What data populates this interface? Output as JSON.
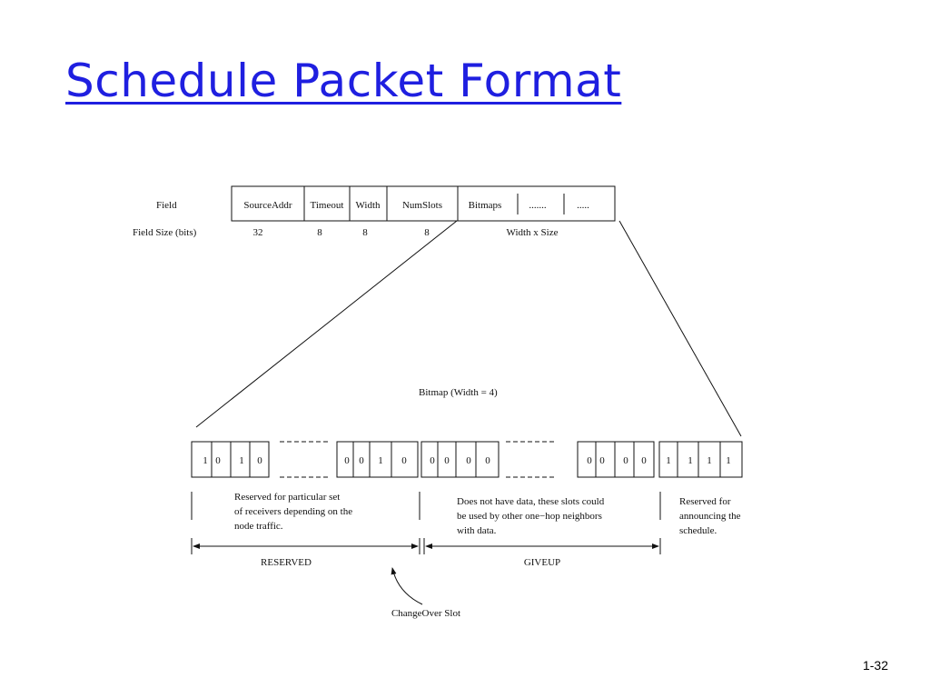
{
  "slide": {
    "title": "Schedule Packet Format",
    "number": "1-32"
  },
  "packet": {
    "row_labels": {
      "field": "Field",
      "size": "Field Size (bits)"
    },
    "fields": [
      {
        "name": "SourceAddr",
        "size": "32"
      },
      {
        "name": "Timeout",
        "size": "8"
      },
      {
        "name": "Width",
        "size": "8"
      },
      {
        "name": "NumSlots",
        "size": "8"
      },
      {
        "name": "Bitmaps",
        "size": "Width x Size"
      },
      {
        "name": ".......",
        "size": ""
      },
      {
        "name": ".....",
        "size": ""
      }
    ]
  },
  "bitmap": {
    "title": "Bitmap (Width = 4)",
    "groups": [
      [
        "1",
        "0",
        "1",
        "0"
      ],
      [
        "0",
        "0",
        "1",
        "0"
      ],
      [
        "0",
        "0",
        "0",
        "0"
      ],
      [
        "0",
        "0",
        "0",
        "0"
      ],
      [
        "1",
        "1",
        "1",
        "1"
      ]
    ],
    "notes": {
      "reserved": [
        "Reserved for particular set",
        "of receivers depending on the",
        "node traffic."
      ],
      "giveup": [
        "Does not have data, these slots could",
        "be used by other one−hop neighbors",
        "with data."
      ],
      "schedule": [
        "Reserved for",
        "announcing the",
        "schedule."
      ]
    },
    "ranges": {
      "reserved": "RESERVED",
      "giveup": "GIVEUP"
    },
    "changeover": "ChangeOver Slot"
  }
}
